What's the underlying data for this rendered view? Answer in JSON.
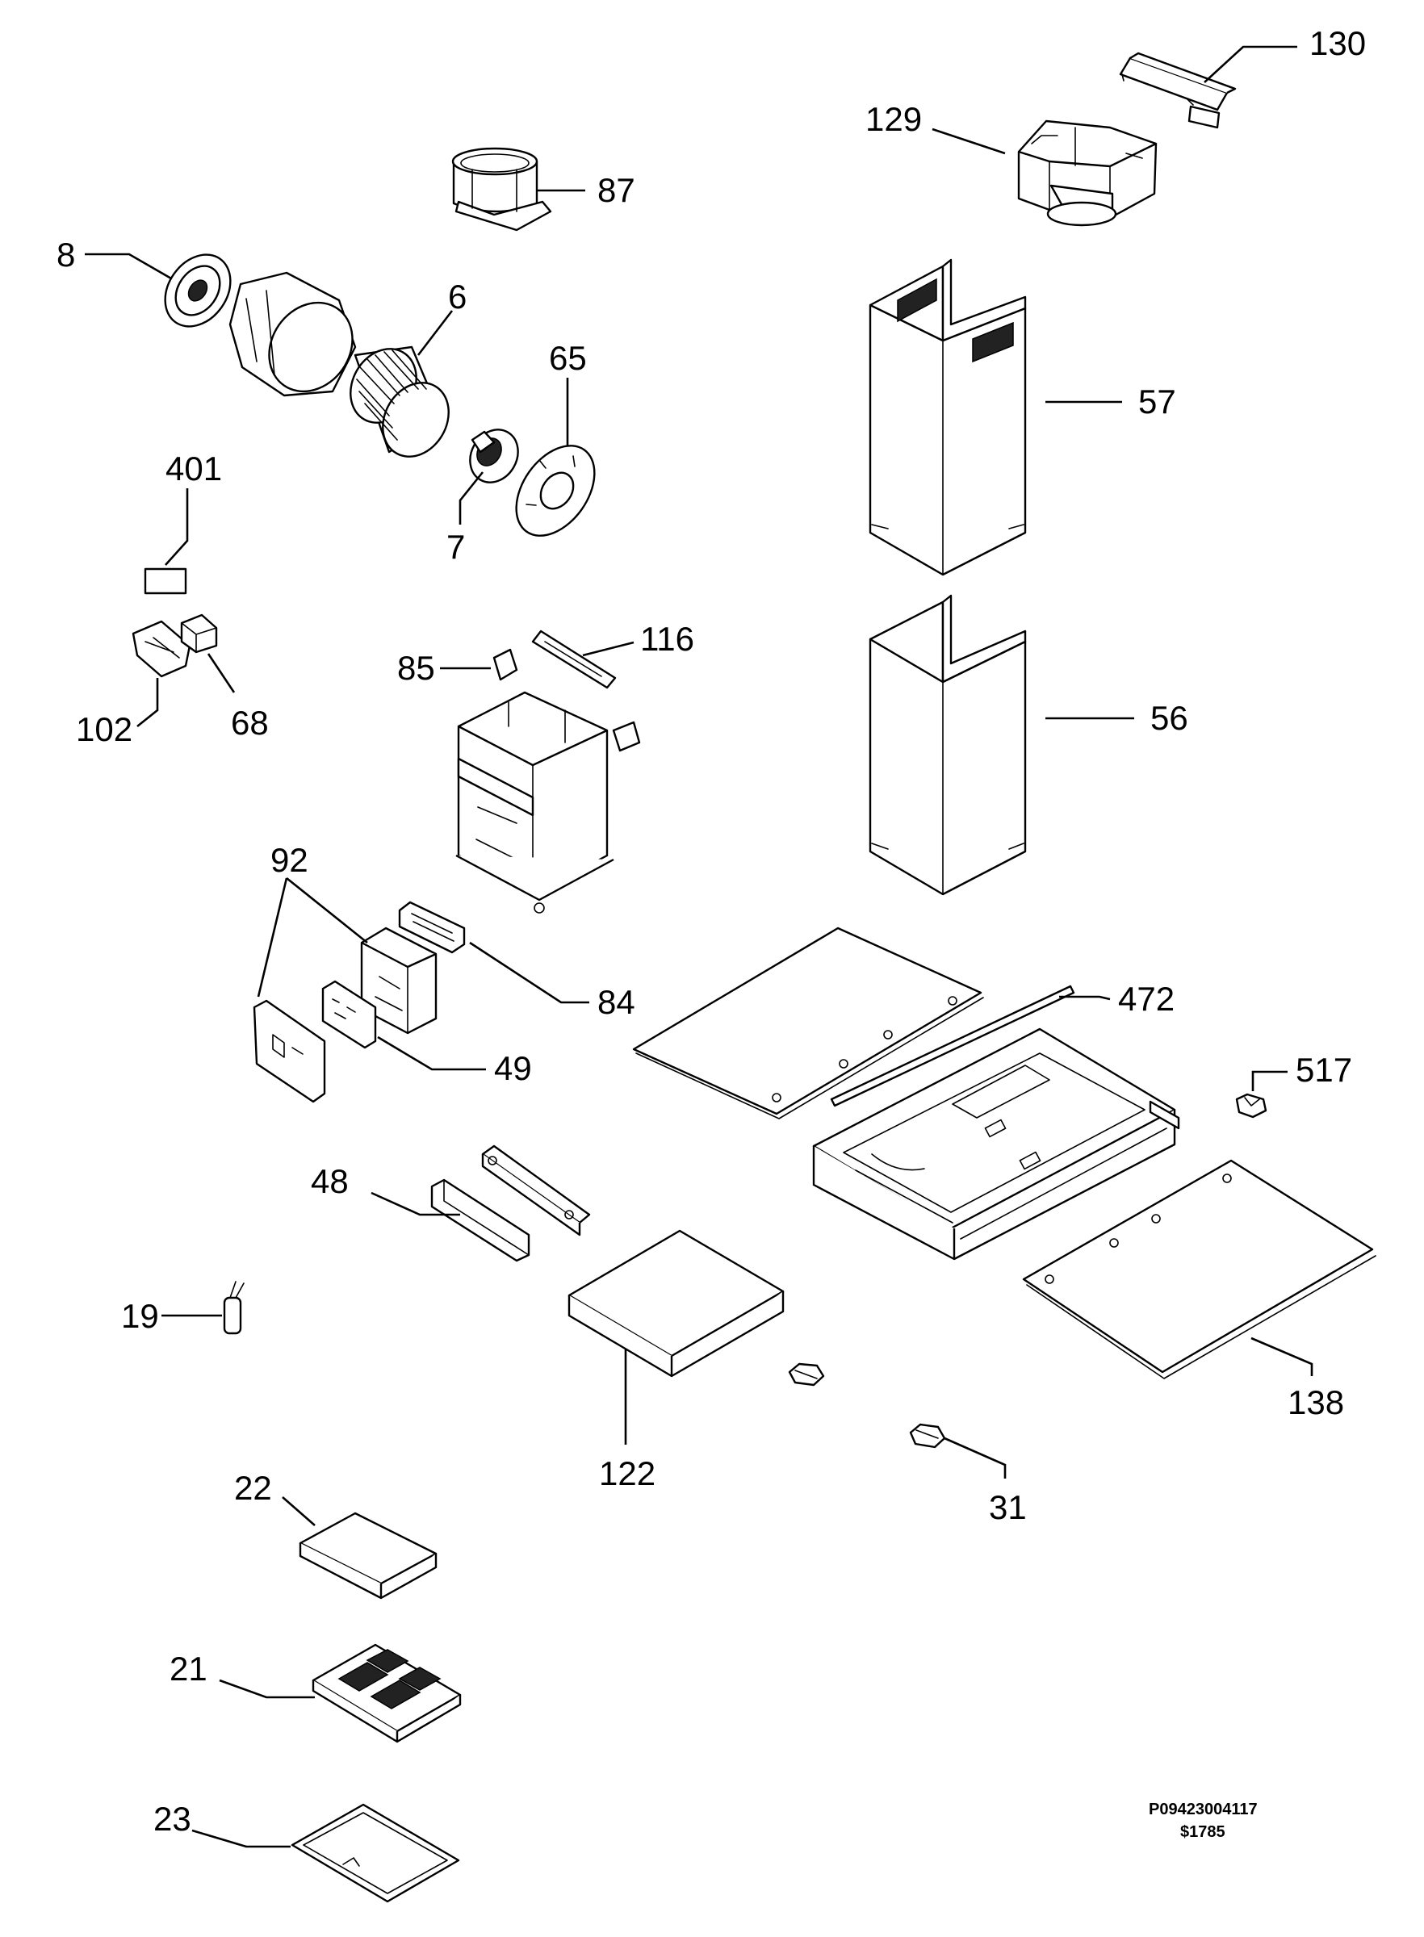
{
  "diagram": {
    "labels": {
      "p130": "130",
      "p129": "129",
      "p87": "87",
      "p8": "8",
      "p6": "6",
      "p65": "65",
      "p57": "57",
      "p7": "7",
      "p401": "401",
      "p116": "116",
      "p85": "85",
      "p102": "102",
      "p68": "68",
      "p56": "56",
      "p92": "92",
      "p84": "84",
      "p472": "472",
      "p49": "49",
      "p517": "517",
      "p48": "48",
      "p19": "19",
      "p138": "138",
      "p122": "122",
      "p31": "31",
      "p22": "22",
      "p21": "21",
      "p23": "23"
    },
    "drawing_code": "P09423004117",
    "revision_code": "$1785"
  }
}
